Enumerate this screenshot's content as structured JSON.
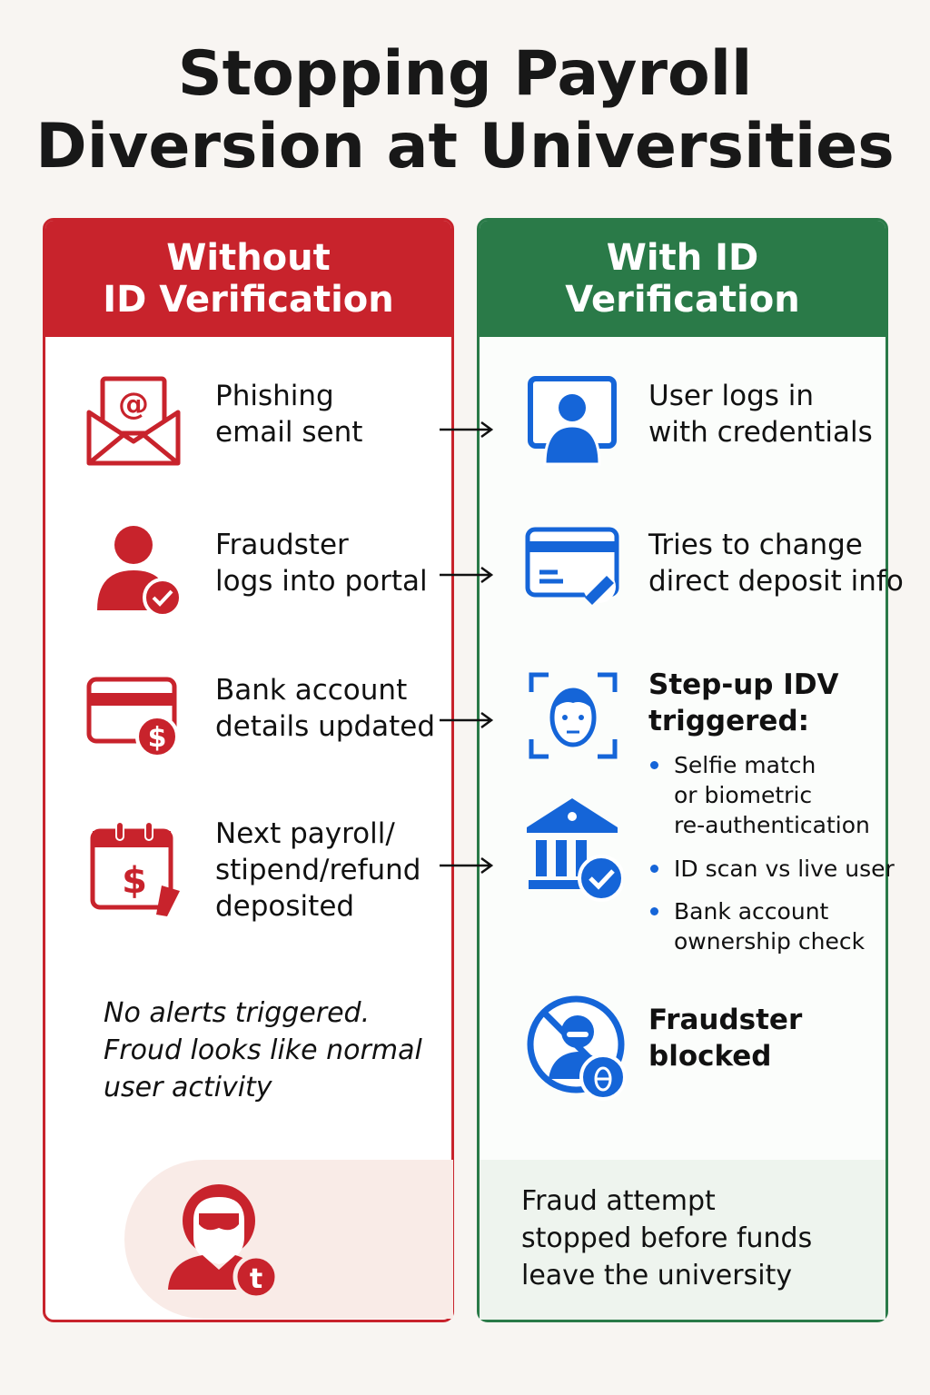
{
  "title": {
    "line1": "Stopping Payroll",
    "line2": "Diversion at Universities"
  },
  "colors": {
    "red": "#c8232c",
    "green": "#2a7a48",
    "blue": "#1565d8"
  },
  "left": {
    "header": {
      "line1": "Without",
      "line2": "ID Verification"
    },
    "steps": [
      {
        "icon": "phishing-email-icon",
        "line1": "Phishing",
        "line2": "email sent"
      },
      {
        "icon": "user-check-icon",
        "line1": "Fraudster",
        "line2": "logs into portal"
      },
      {
        "icon": "bank-card-dollar-icon",
        "line1": "Bank account",
        "line2": "details updated"
      },
      {
        "icon": "calendar-dollar-icon",
        "line1": "Next payroll/",
        "line2": "stipend/refund",
        "line3": "deposited"
      }
    ],
    "note": {
      "line1": "No alerts triggered.",
      "line2": "Froud looks like normal",
      "line3": "user activity"
    },
    "footer_icon": "masked-fraudster-icon"
  },
  "right": {
    "header": {
      "line1": "With ID",
      "line2": "Verification"
    },
    "steps": [
      {
        "icon": "user-login-icon",
        "line1": "User logs in",
        "line2": "with credentials"
      },
      {
        "icon": "card-edit-icon",
        "line1": "Tries to change",
        "line2": "direct deposit info"
      },
      {
        "icon": "face-scan-icon",
        "line1": "Step-up IDV",
        "line2": "triggered:"
      },
      {
        "icon": "fraudster-blocked-icon",
        "line1": "Fraudster",
        "line2": "blocked"
      }
    ],
    "bullets": [
      {
        "line1": "Selfie match",
        "line2": "or biometric",
        "line3": "re-authentication"
      },
      {
        "line1": "ID scan vs live user"
      },
      {
        "line1": "Bank account",
        "line2": "ownership check"
      }
    ],
    "result": {
      "line1": "Fraud attempt",
      "line2": "stopped before funds",
      "line3": "leave the university"
    }
  }
}
